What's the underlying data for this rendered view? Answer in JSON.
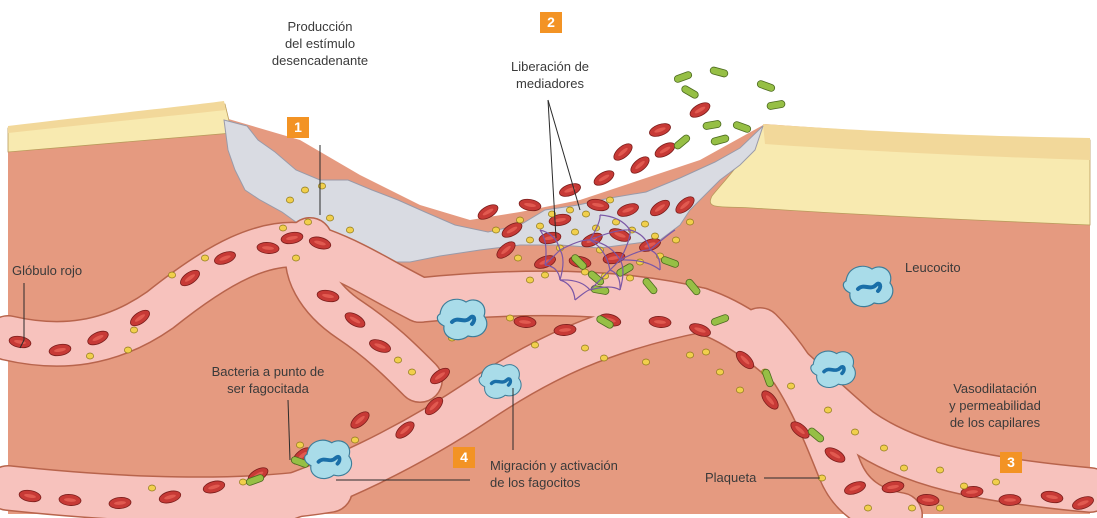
{
  "labels": {
    "estimulo": [
      "Producción",
      "del estímulo",
      "desencadenante"
    ],
    "mediadores": [
      "Liberación de",
      "mediadores"
    ],
    "globulo": "Glóbulo rojo",
    "leucocito": "Leucocito",
    "bacteria": [
      "Bacteria a punto de",
      "ser fagocitada"
    ],
    "migracion": [
      "Migración y activación",
      "de los fagocitos"
    ],
    "plaqueta": "Plaqueta",
    "vaso": [
      "Vasodilatación",
      "y permeabilidad",
      "de los capilares"
    ]
  },
  "badges": {
    "b1": "1",
    "b2": "2",
    "b3": "3",
    "b4": "4"
  },
  "colors": {
    "tissue": "#e59a80",
    "tissue_line": "#b8644c",
    "vessel": "#f7c2bd",
    "skin": "#f8eab0",
    "skin_top": "#f2d89a",
    "wound": "#d9dbe2",
    "red_cell": "#c73a36",
    "platelet": "#f1cf4c",
    "bacteria": "#96bf45",
    "leukocyte": "#a9dce9",
    "nucleus": "#1a6fa8",
    "fibrin": "#7b57a6",
    "badge": "#f39324"
  }
}
